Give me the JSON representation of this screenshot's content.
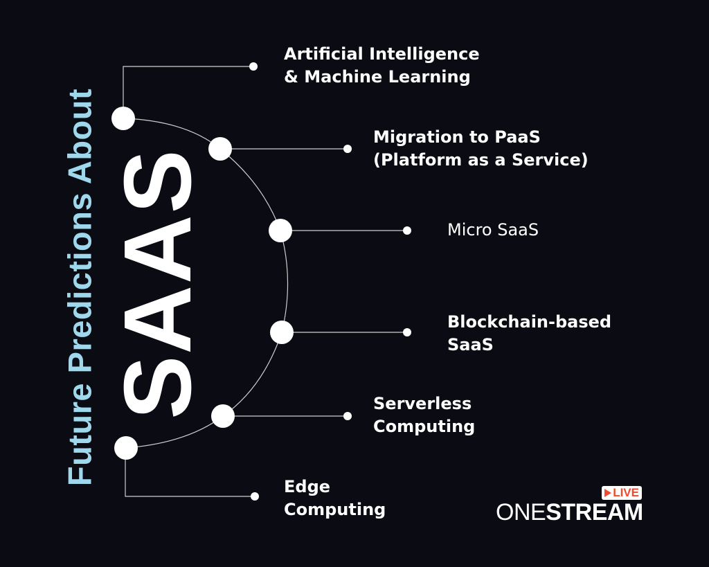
{
  "title": {
    "vertical": "Future Predictions About",
    "main": "SAAS"
  },
  "colors": {
    "background": "#0b0c13",
    "title_accent": "#9fd8ec",
    "text": "#ffffff",
    "line": "#cfcfcf",
    "live_red": "#ef4b2c"
  },
  "items": [
    {
      "lines": [
        "Artificial Intelligence",
        "& Machine Learning"
      ],
      "weight": "bold"
    },
    {
      "lines": [
        "Migration to PaaS",
        "(Platform as a Service)"
      ],
      "weight": "bold"
    },
    {
      "lines": [
        "Micro SaaS"
      ],
      "weight": "regular"
    },
    {
      "lines": [
        "Blockchain-based",
        "SaaS"
      ],
      "weight": "bold"
    },
    {
      "lines": [
        "Serverless",
        "Computing"
      ],
      "weight": "bold"
    },
    {
      "lines": [
        "Edge",
        "Computing"
      ],
      "weight": "bold"
    }
  ],
  "logo": {
    "badge_icon": "play-icon",
    "badge_text": "LIVE",
    "word_one": "ONE",
    "word_stream": "STREAM"
  }
}
